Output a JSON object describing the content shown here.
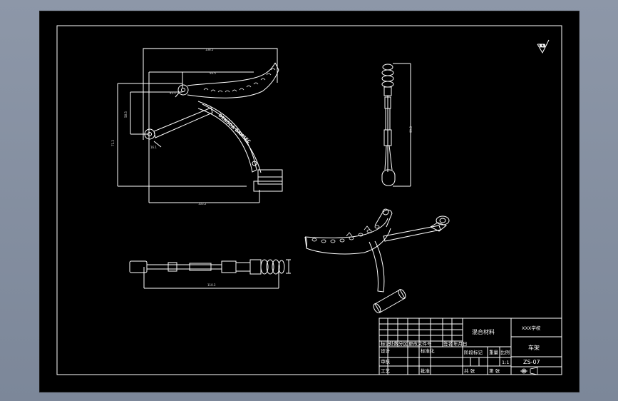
{
  "title_block": {
    "material": "混合材料",
    "part_name": "车架",
    "drawing_no": "ZS-07",
    "company": "XXX学校",
    "row_labels": [
      "标记",
      "设计",
      "审核",
      "工艺"
    ],
    "col_labels": [
      "处数",
      "分区",
      "更改文件号",
      "签名",
      "年月日"
    ],
    "std_label": "标准化",
    "approve_label": "批准",
    "stage_label": "阶段标记",
    "weight_label": "重量",
    "scale_label": "比例",
    "scale_value": "1:1",
    "sheets_label": "共 张",
    "sheet_label": "第 张"
  },
  "brand_text": "DENGDA DANSEC",
  "roughness_symbol": "6.3",
  "dim_labels": [
    "138.5",
    "93.5",
    "71.3",
    "58.5",
    "103.2",
    "41.1",
    "16.1",
    "110.3",
    "99.8"
  ]
}
